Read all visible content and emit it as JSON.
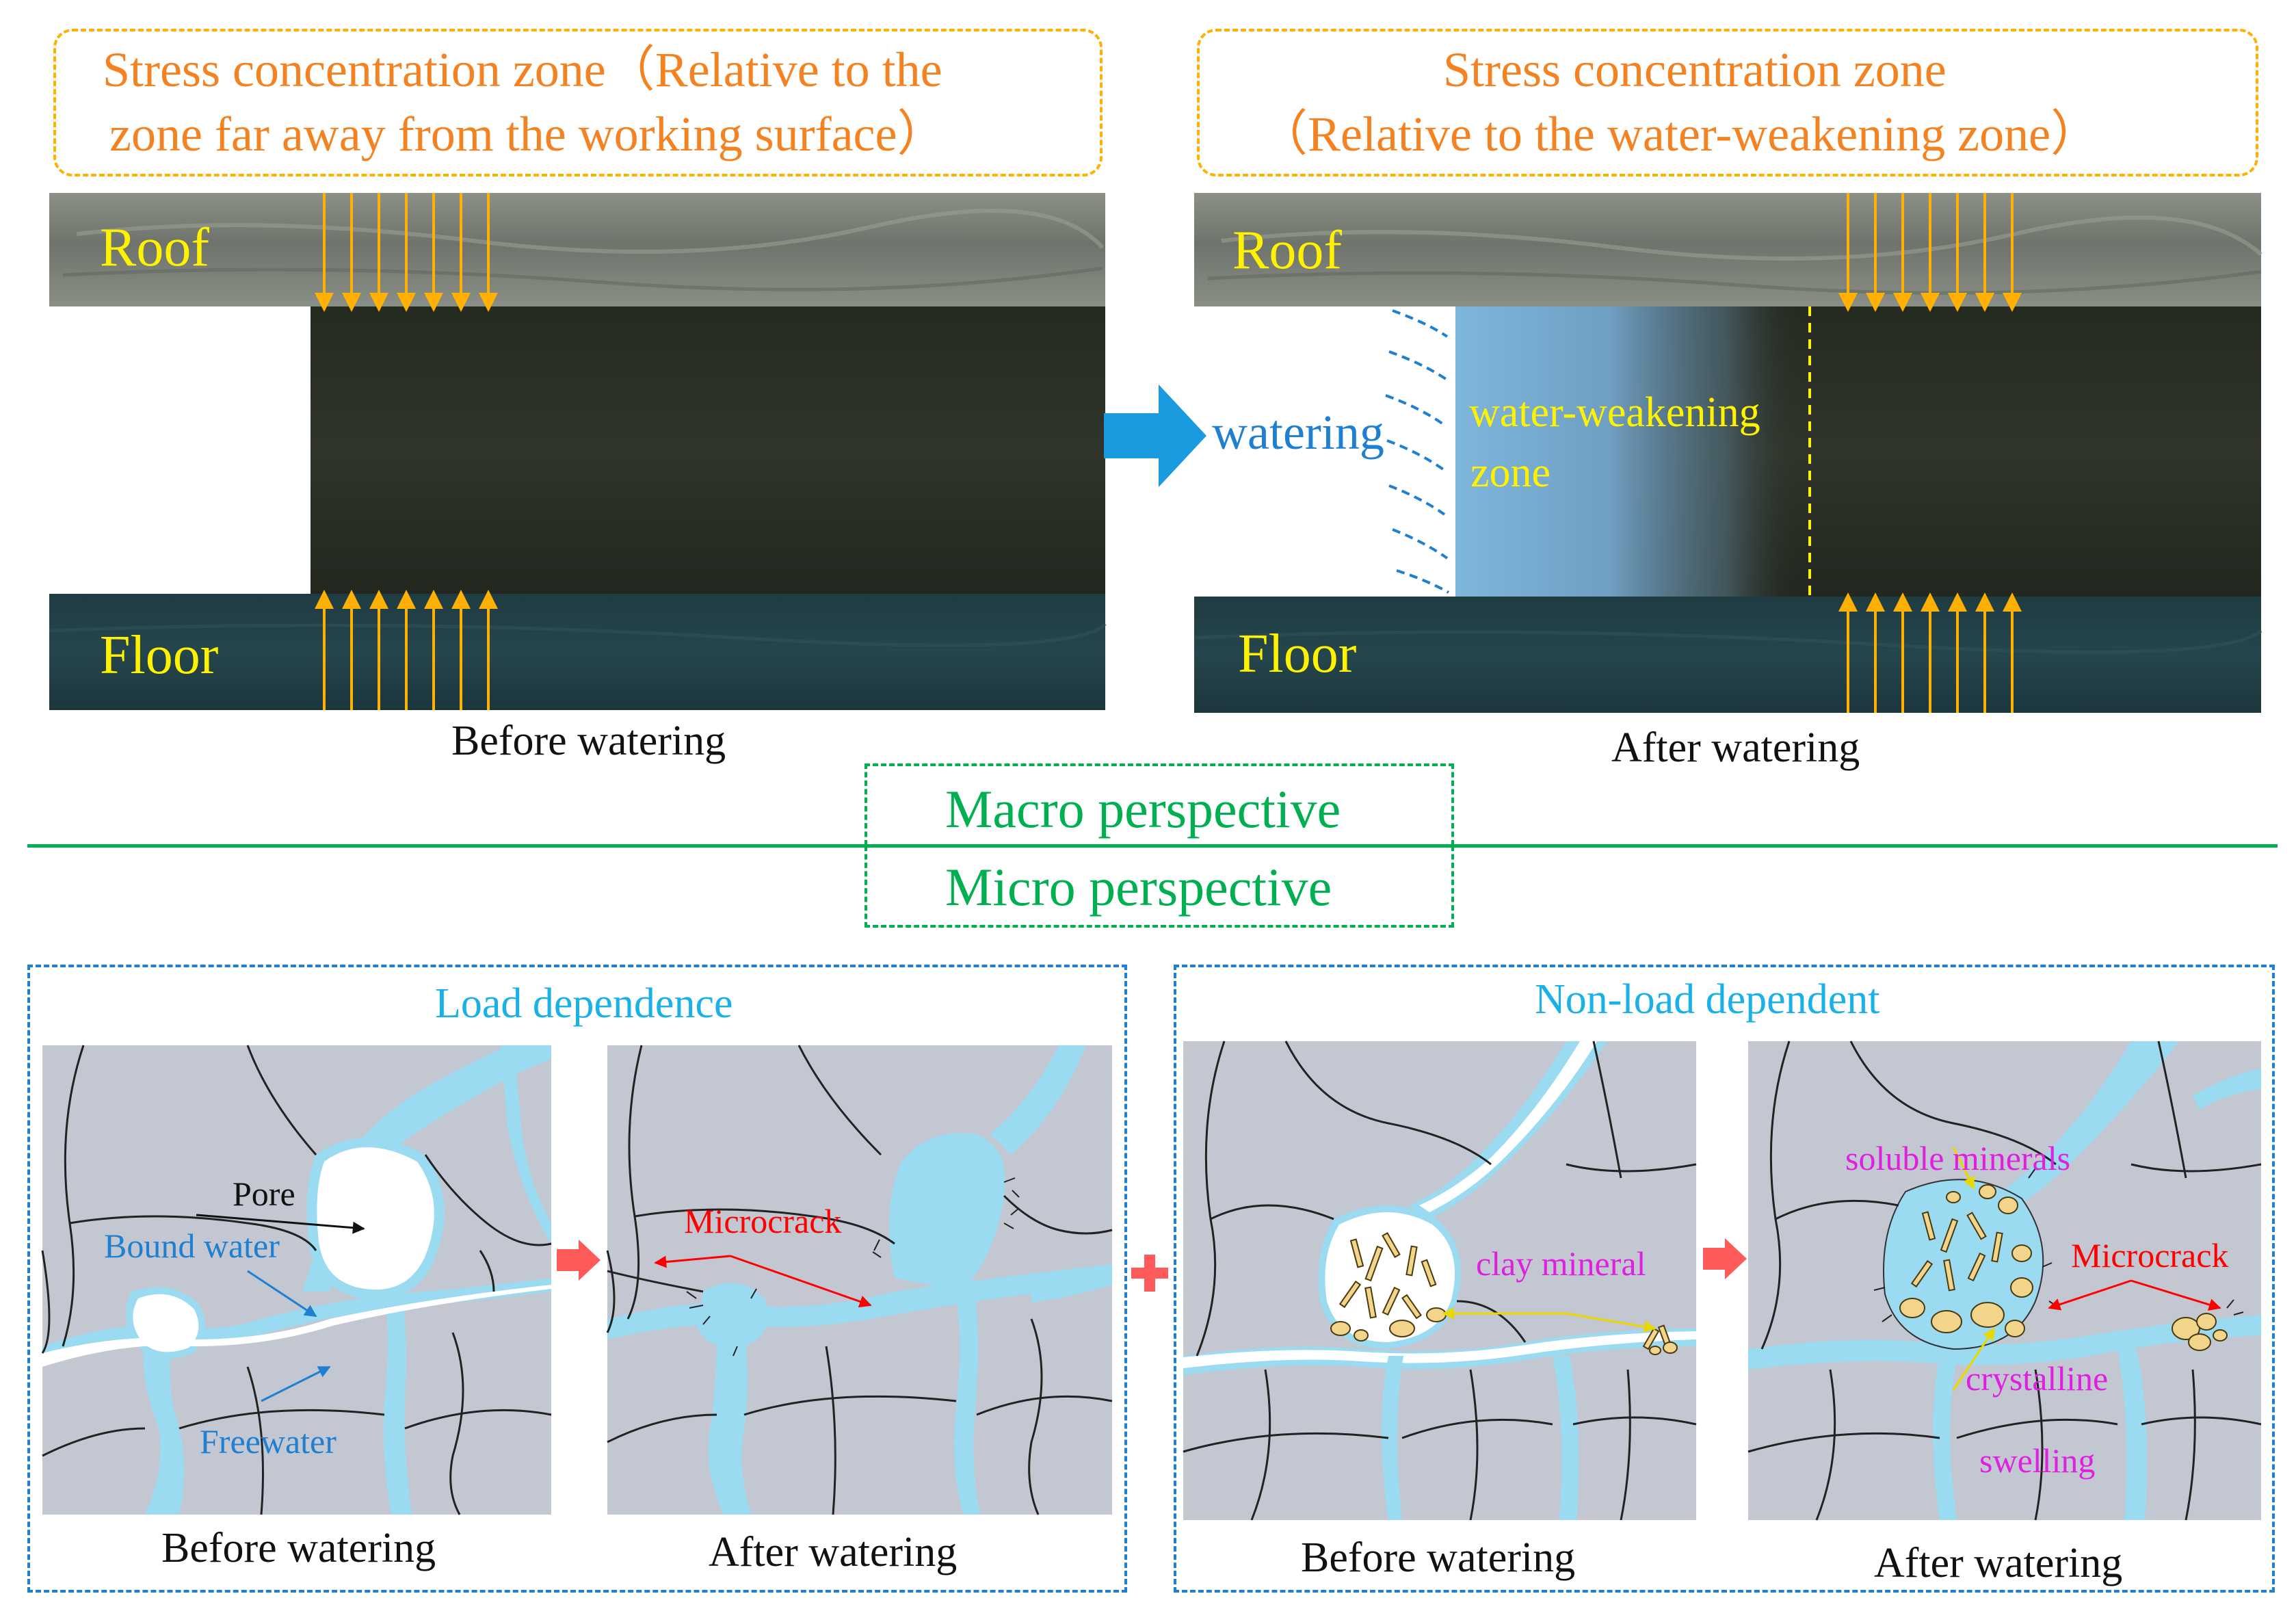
{
  "colors": {
    "orange": "#F58220",
    "arrow_orange": "#FFB000",
    "yellow_label": "#FFF200",
    "blue_text": "#1F7FD0",
    "cyan_text": "#1AB0E8",
    "green": "#00B050",
    "magenta": "#E020E0",
    "red": "#FF0000",
    "water_blue": "#9ADBF2",
    "rock_grey": "#C3C7D2"
  },
  "macro": {
    "left": {
      "stress_line1": "Stress concentration zone（Relative to the",
      "stress_line2": "zone far away from the working surface）",
      "roof": "Roof",
      "floor": "Floor",
      "caption": "Before watering"
    },
    "right": {
      "stress_line1": "Stress concentration zone",
      "stress_line2": "（Relative to the water-weakening zone）",
      "roof": "Roof",
      "floor": "Floor",
      "watering": "watering",
      "weak_line1": "water-weakening",
      "weak_line2": "zone",
      "caption": "After watering"
    },
    "transition_icon": "right-arrow-icon"
  },
  "divider": {
    "macro_label": "Macro perspective",
    "micro_label": "Micro perspective"
  },
  "micro": {
    "load": {
      "title": "Load dependence",
      "before": {
        "pore": "Pore",
        "bound_water": "Bound water",
        "freewater": "Freewater",
        "caption": "Before watering"
      },
      "after": {
        "microcrack": "Microcrack",
        "caption": "After watering"
      }
    },
    "plus_icon": "plus-icon",
    "nonload": {
      "title": "Non-load dependent",
      "before": {
        "clay_mineral": "clay mineral",
        "caption": "Before watering"
      },
      "after": {
        "soluble_minerals": "soluble minerals",
        "microcrack": "Microcrack",
        "crystalline_line1": "crystalline",
        "crystalline_line2": "swelling",
        "caption": "After watering"
      }
    }
  }
}
